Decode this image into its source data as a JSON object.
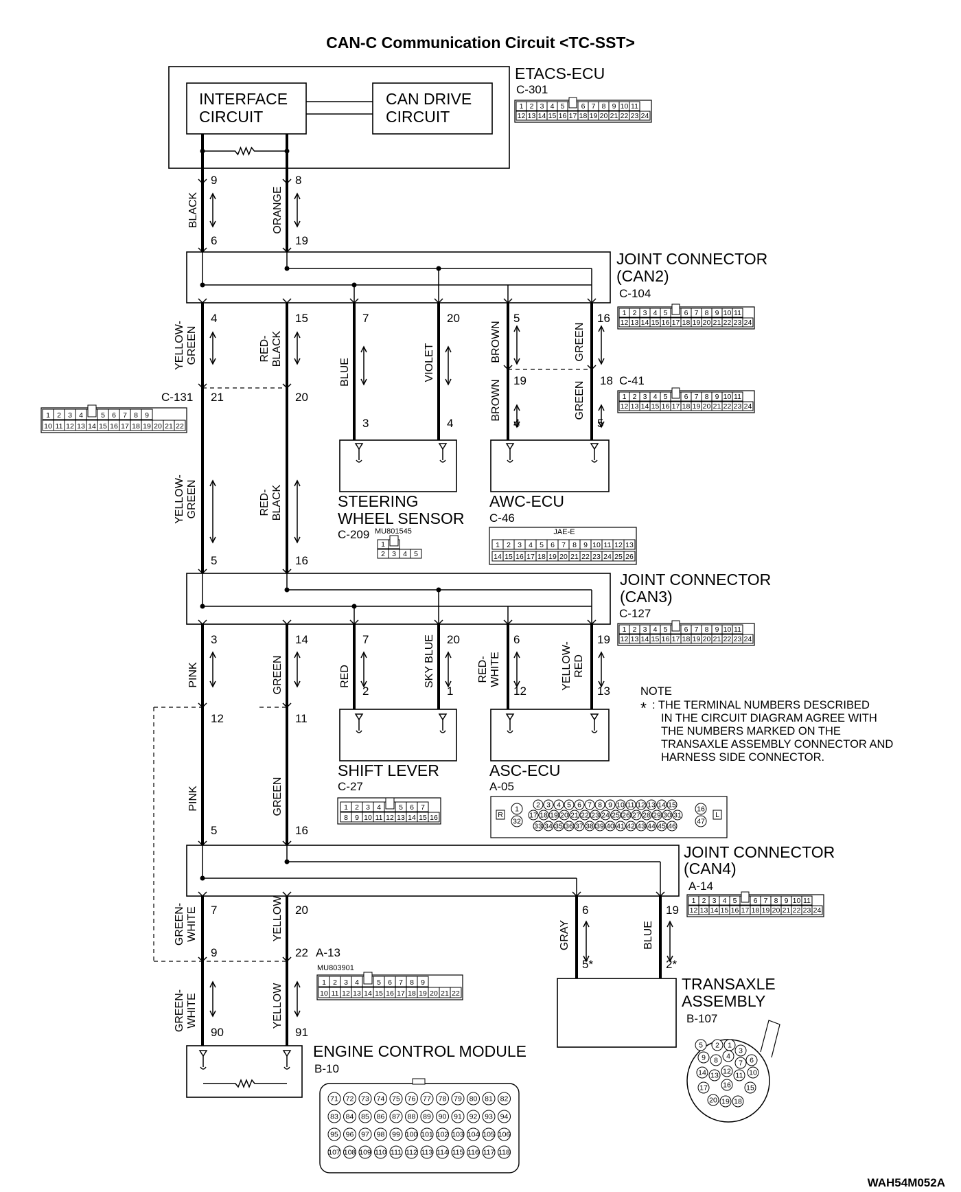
{
  "title": "CAN-C Communication Circuit <TC-SST>",
  "figure_id": "WAH54M052A",
  "etacs": {
    "name": "ETACS-ECU",
    "connector": "C-301",
    "block1": [
      "INTERFACE",
      "CIRCUIT"
    ],
    "block2": [
      "CAN DRIVE",
      "CIRCUIT"
    ]
  },
  "jc_can2": {
    "name": [
      "JOINT CONNECTOR",
      "(CAN2)"
    ],
    "connector": "C-104"
  },
  "jc_can3": {
    "name": [
      "JOINT CONNECTOR",
      "(CAN3)"
    ],
    "connector": "C-127"
  },
  "jc_can4": {
    "name": [
      "JOINT CONNECTOR",
      "(CAN4)"
    ],
    "connector": "A-14"
  },
  "c131": "C-131",
  "c41": "C-41",
  "a13": "A-13",
  "a13_part": "MU803901",
  "steering": {
    "name": [
      "STEERING",
      "WHEEL SENSOR"
    ],
    "connector": "C-209",
    "part": "MU801545"
  },
  "awc": {
    "name": "AWC-ECU",
    "connector": "C-46",
    "type": "JAE-E"
  },
  "shift": {
    "name": "SHIFT LEVER",
    "connector": "C-27"
  },
  "asc": {
    "name": "ASC-ECU",
    "connector": "A-05"
  },
  "transaxle": {
    "name": [
      "TRANSAXLE",
      "ASSEMBLY"
    ],
    "connector": "B-107"
  },
  "ecm": {
    "name": "ENGINE CONTROL MODULE",
    "connector": "B-10"
  },
  "note": {
    "heading": "NOTE",
    "star": "*",
    "lines": [
      ": THE TERMINAL NUMBERS DESCRIBED",
      "IN THE CIRCUIT DIAGRAM AGREE WITH",
      "THE NUMBERS MARKED ON THE",
      "TRANSAXLE ASSEMBLY CONNECTOR AND",
      "HARNESS SIDE CONNECTOR."
    ]
  },
  "wire_colors": {
    "black": "BLACK",
    "orange": "ORANGE",
    "yellow_green": [
      "YELLOW-",
      "GREEN"
    ],
    "red_black": [
      "RED-",
      "BLACK"
    ],
    "blue": "BLUE",
    "violet": "VIOLET",
    "brown": "BROWN",
    "green": "GREEN",
    "pink": "PINK",
    "red": "RED",
    "sky_blue": "SKY BLUE",
    "red_white": [
      "RED-",
      "WHITE"
    ],
    "yellow_red": [
      "YELLOW-",
      "RED"
    ],
    "green_white": [
      "GREEN-",
      "WHITE"
    ],
    "yellow": "YELLOW",
    "gray": "GRAY"
  },
  "pins": {
    "etacs_l": "9",
    "etacs_r": "8",
    "can2_in_l": "6",
    "can2_in_r": "19",
    "can2_o1": "4",
    "can2_o2": "15",
    "can2_o3": "7",
    "can2_o4": "20",
    "can2_o5": "5",
    "can2_o6": "16",
    "c131_l": "21",
    "c131_r": "20",
    "c41_l": "19",
    "c41_r": "18",
    "sws_l": "3",
    "sws_r": "4",
    "awc_l": "4",
    "awc_r": "5",
    "can3_in_l": "5",
    "can3_in_r": "16",
    "can3_o1": "3",
    "can3_o2": "14",
    "can3_o3": "7",
    "can3_o4": "20",
    "can3_o5": "6",
    "can3_o6": "19",
    "mid_l": "12",
    "mid_r": "11",
    "shift_l": "2",
    "shift_r": "1",
    "asc_l": "12",
    "asc_r": "13",
    "can4_in_l": "5",
    "can4_in_r": "16",
    "can4_o1": "7",
    "can4_o2": "20",
    "can4_o3": "6",
    "can4_o4": "19",
    "a13_l": "9",
    "a13_r": "22",
    "ecm_l": "90",
    "ecm_r": "91",
    "tx_l": "5*",
    "tx_r": "2*"
  },
  "conn_rows": {
    "r24a": [
      "1",
      "2",
      "3",
      "4",
      "5",
      "",
      "6",
      "7",
      "8",
      "9",
      "10",
      "11"
    ],
    "r24b": [
      "12",
      "13",
      "14",
      "15",
      "16",
      "17",
      "18",
      "19",
      "20",
      "21",
      "22",
      "23",
      "24"
    ],
    "r22a": [
      "1",
      "2",
      "3",
      "4",
      "",
      "5",
      "6",
      "7",
      "8",
      "9"
    ],
    "r22b": [
      "10",
      "11",
      "12",
      "13",
      "14",
      "15",
      "16",
      "17",
      "18",
      "19",
      "20",
      "21",
      "22"
    ],
    "sws_a": [
      "1",
      ""
    ],
    "sws_b": [
      "2",
      "3",
      "4",
      "5"
    ],
    "awc_a": [
      "1",
      "2",
      "3",
      "4",
      "5",
      "6",
      "7",
      "8",
      "9",
      "10",
      "11",
      "12",
      "13"
    ],
    "awc_b": [
      "14",
      "15",
      "16",
      "17",
      "18",
      "19",
      "20",
      "21",
      "22",
      "23",
      "24",
      "25",
      "26"
    ],
    "shift_a": [
      "1",
      "2",
      "3",
      "4",
      "",
      "5",
      "6",
      "7"
    ],
    "shift_b": [
      "8",
      "9",
      "10",
      "11",
      "12",
      "13",
      "14",
      "15",
      "16"
    ],
    "asc_r1": [
      "2",
      "3",
      "4",
      "5",
      "6",
      "7",
      "8",
      "9",
      "10",
      "11",
      "12",
      "13",
      "14",
      "15"
    ],
    "asc_r2": [
      "17",
      "18",
      "19",
      "20",
      "21",
      "22",
      "23",
      "24",
      "25",
      "26",
      "27",
      "28",
      "29",
      "30",
      "31"
    ],
    "asc_r3": [
      "33",
      "34",
      "35",
      "36",
      "37",
      "38",
      "39",
      "40",
      "41",
      "42",
      "43",
      "44",
      "45",
      "46"
    ],
    "asc_left": [
      "R",
      "1",
      "32"
    ],
    "asc_right": [
      "16",
      "47",
      "L"
    ],
    "ecm_r1": [
      "71",
      "72",
      "73",
      "74",
      "75",
      "76",
      "77",
      "78",
      "79",
      "80",
      "81",
      "82"
    ],
    "ecm_r2": [
      "83",
      "84",
      "85",
      "86",
      "87",
      "88",
      "89",
      "90",
      "91",
      "92",
      "93",
      "94"
    ],
    "ecm_r3": [
      "95",
      "96",
      "97",
      "98",
      "99",
      "100",
      "101",
      "102",
      "103",
      "104",
      "105",
      "106"
    ],
    "ecm_r4": [
      "107",
      "108",
      "109",
      "110",
      "111",
      "112",
      "113",
      "114",
      "115",
      "116",
      "117",
      "118"
    ],
    "tx_pins": [
      "1",
      "2",
      "3",
      "4",
      "5",
      "6",
      "7",
      "8",
      "9",
      "10",
      "11",
      "12",
      "13",
      "14",
      "15",
      "16",
      "17",
      "18",
      "19",
      "20"
    ]
  }
}
